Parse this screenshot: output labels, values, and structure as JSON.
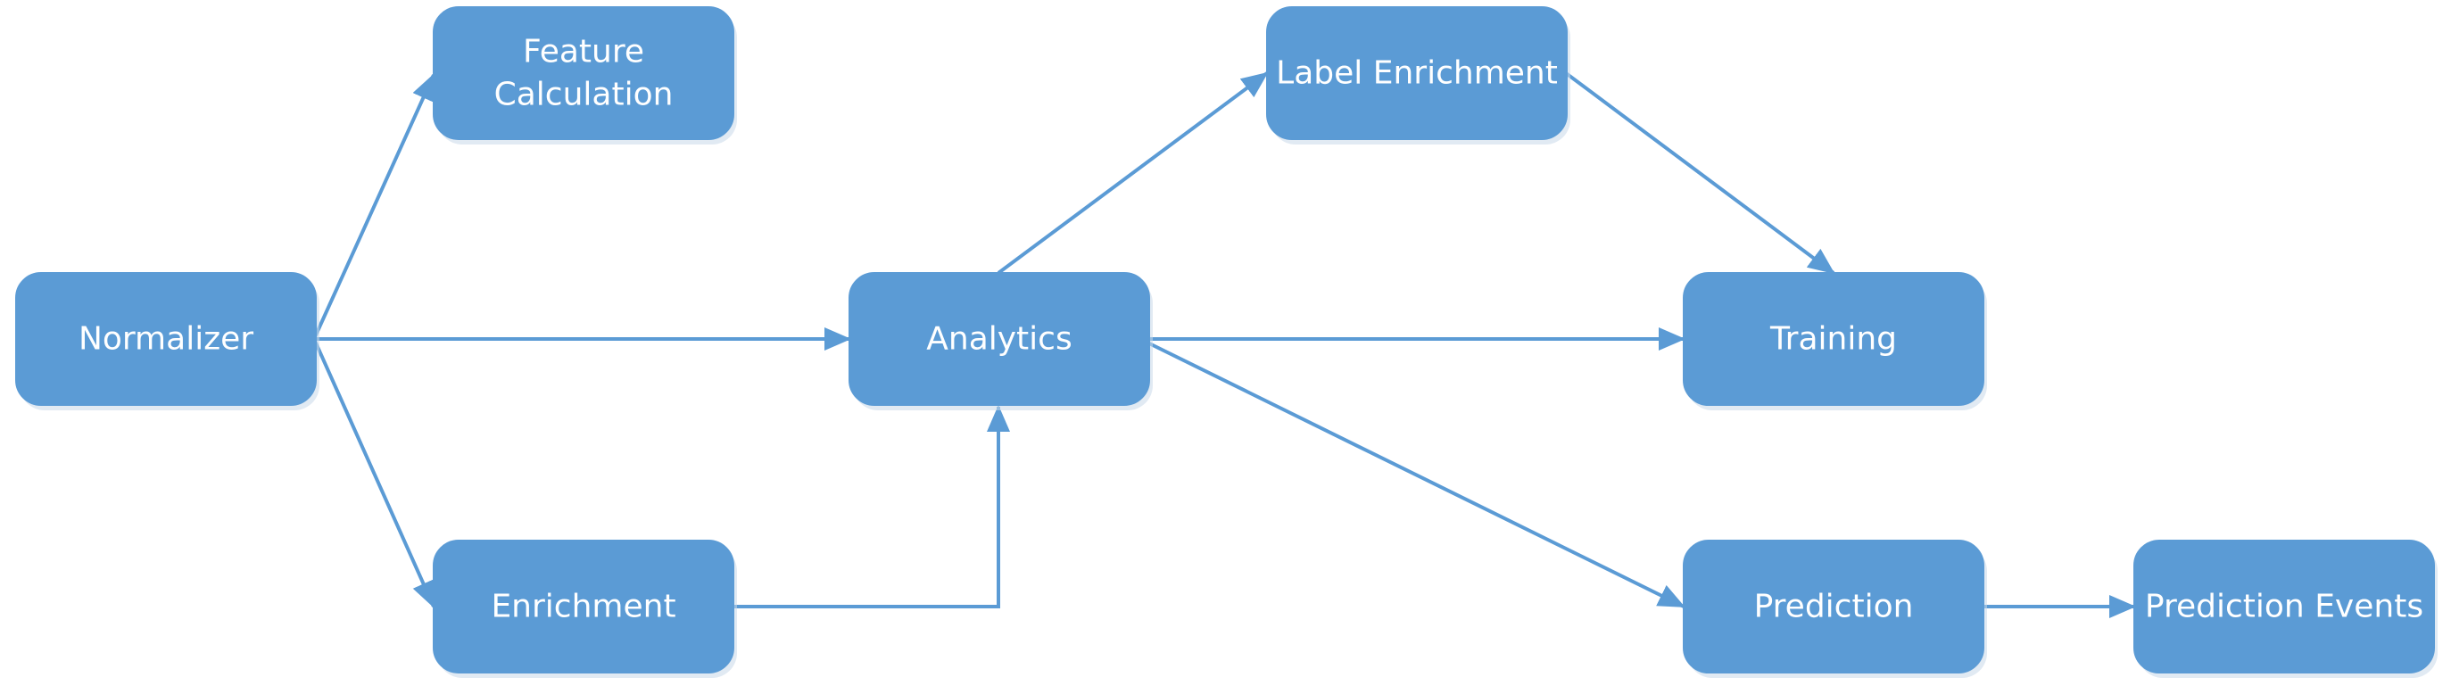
{
  "colors": {
    "node_fill": "#5b9bd5",
    "edge": "#5b9bd5",
    "label": "#ffffff"
  },
  "nodes": {
    "feature_calculation": [
      "Feature",
      "Calculation"
    ],
    "label_enrichment": [
      "Label Enrichment"
    ],
    "normalizer": [
      "Normalizer"
    ],
    "analytics": [
      "Analytics"
    ],
    "training": [
      "Training"
    ],
    "enrichment": [
      "Enrichment"
    ],
    "prediction": [
      "Prediction"
    ],
    "prediction_events": [
      "Prediction Events"
    ]
  },
  "edges": [
    {
      "from": "normalizer",
      "to": "feature_calculation"
    },
    {
      "from": "normalizer",
      "to": "analytics"
    },
    {
      "from": "normalizer",
      "to": "enrichment"
    },
    {
      "from": "enrichment",
      "to": "analytics"
    },
    {
      "from": "analytics",
      "to": "label_enrichment"
    },
    {
      "from": "analytics",
      "to": "training"
    },
    {
      "from": "analytics",
      "to": "prediction"
    },
    {
      "from": "label_enrichment",
      "to": "training"
    },
    {
      "from": "prediction",
      "to": "prediction_events"
    }
  ]
}
